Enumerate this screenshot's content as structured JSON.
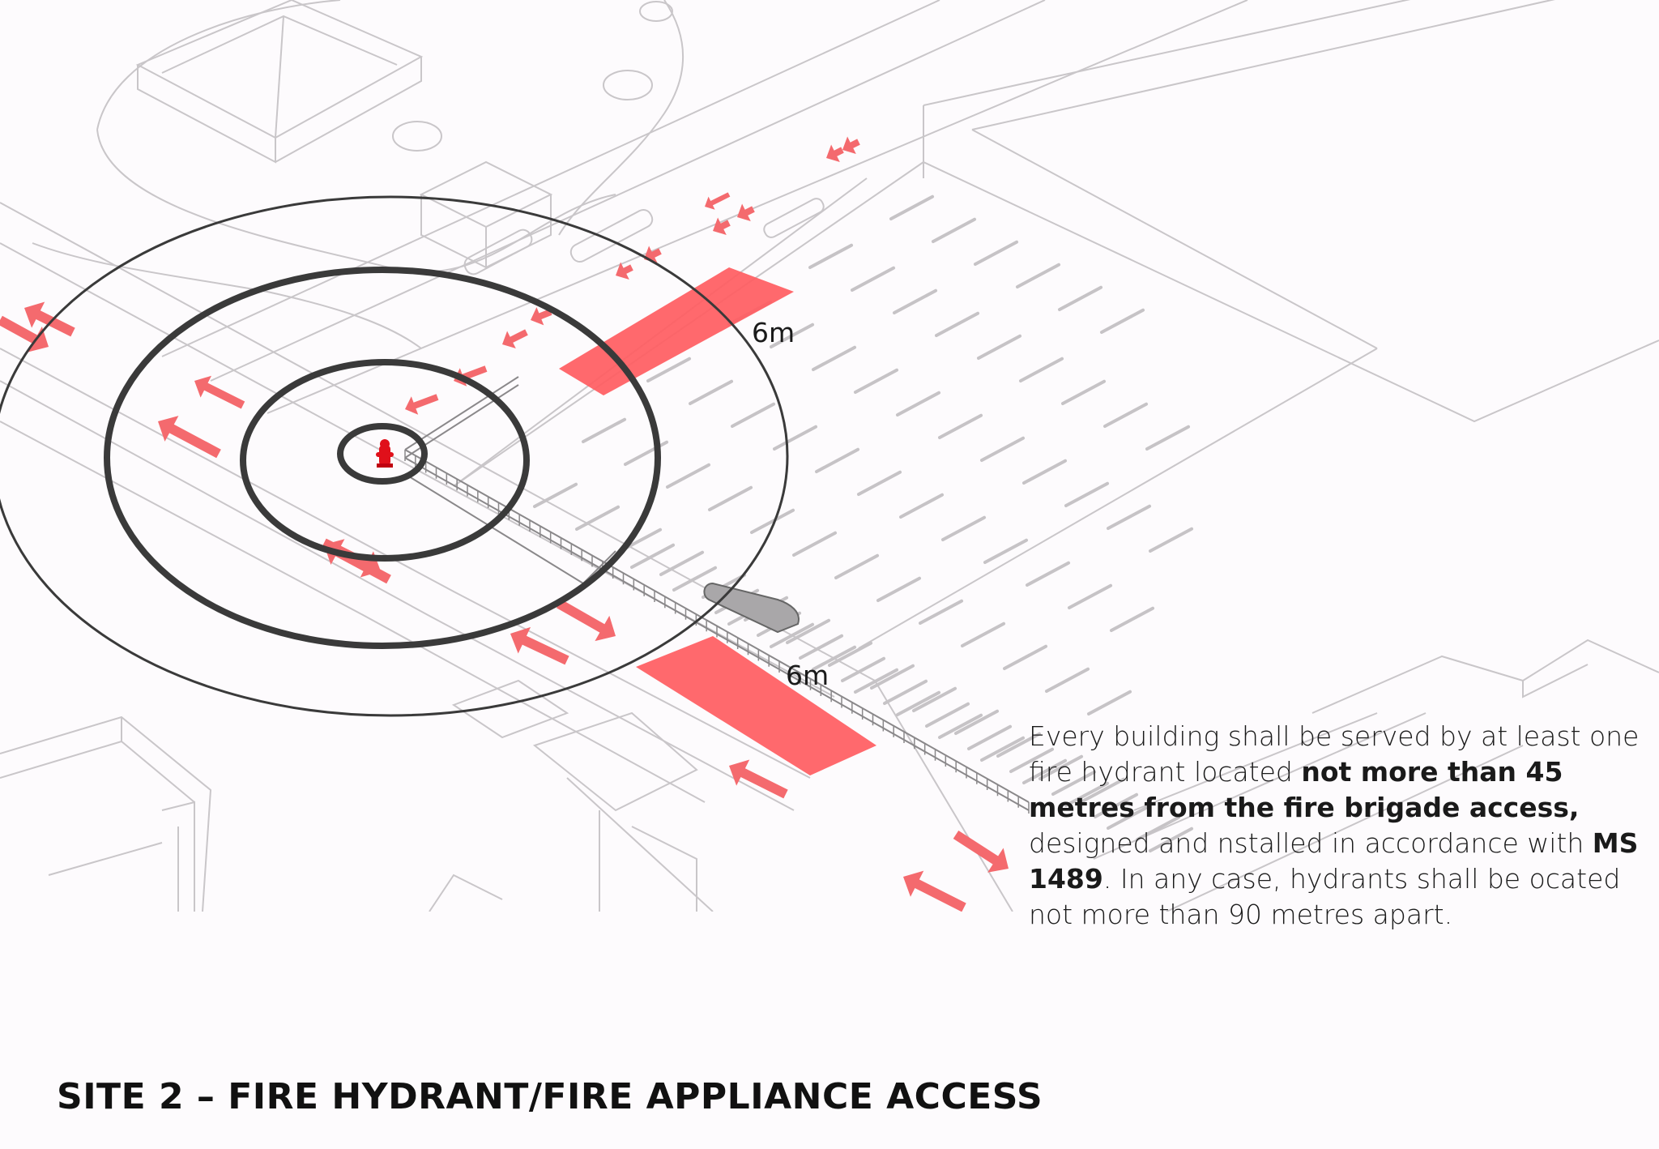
{
  "diagram": {
    "radius_label_outer": "6m",
    "radius_label_road": "6m",
    "colors": {
      "access_zone": "#ff5c61",
      "arrow": "#f46a6e",
      "hydrant": "#e0101a",
      "ring_dark": "#3a3a3a",
      "linework": "#c7c4c7"
    },
    "icons": [
      "fire-hydrant-icon",
      "direction-arrow-icon"
    ]
  },
  "note": {
    "p1": "Every building shall be served by at least one fire hydrant located ",
    "b1": "not more than 45 metres from the fire brigade access,",
    "p2": " designed and nstalled in accordance with ",
    "b2": "MS 1489",
    "p3": ". In any case, hydrants shall be ocated not more than 90 metres apart."
  },
  "footer": {
    "title": "SITE 2 – FIRE HYDRANT/FIRE APPLIANCE ACCESS"
  }
}
